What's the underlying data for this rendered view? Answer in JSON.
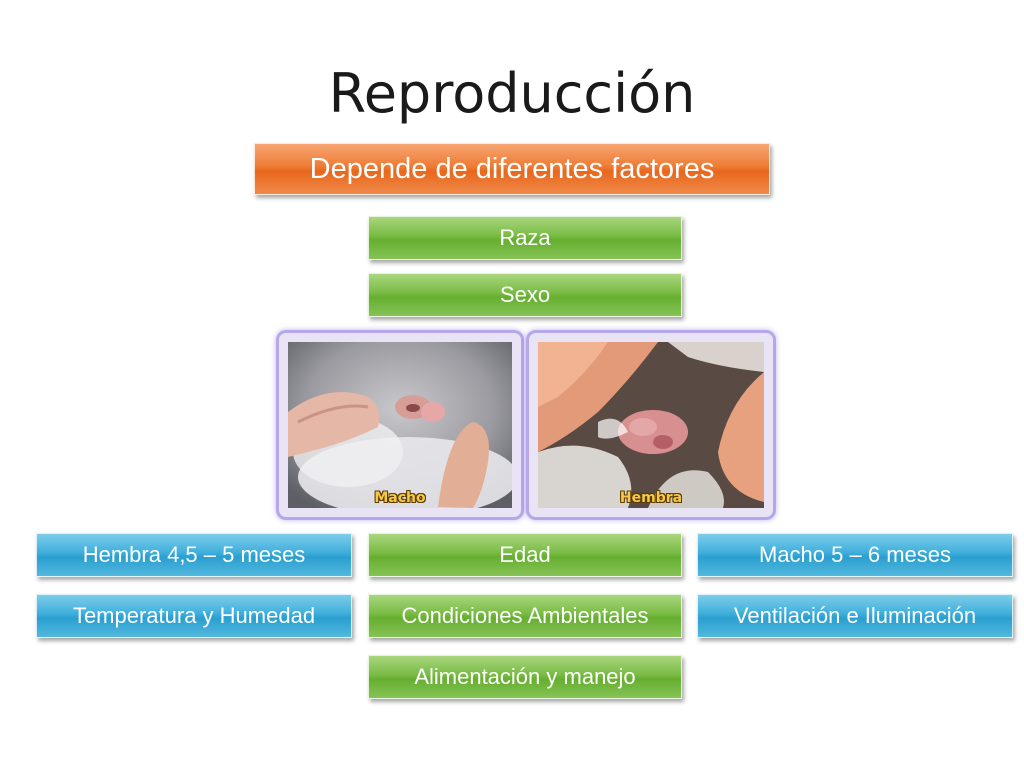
{
  "title": "Reproducción",
  "main_box": "Depende de diferentes factores",
  "factors": {
    "raza": "Raza",
    "sexo": "Sexo",
    "edad": "Edad",
    "condiciones": "Condiciones Ambientales",
    "alimentacion": "Alimentación y manejo"
  },
  "age_details": {
    "hembra": "Hembra 4,5 – 5 meses",
    "macho": "Macho 5 – 6 meses"
  },
  "environment_details": {
    "left": "Temperatura y Humedad",
    "right": "Ventilación e Iluminación"
  },
  "photos": {
    "macho_label": "Macho",
    "hembra_label": "Hembra"
  },
  "colors": {
    "orange": "#ee7b33",
    "green": "#79bb44",
    "blue": "#3eaedb"
  }
}
